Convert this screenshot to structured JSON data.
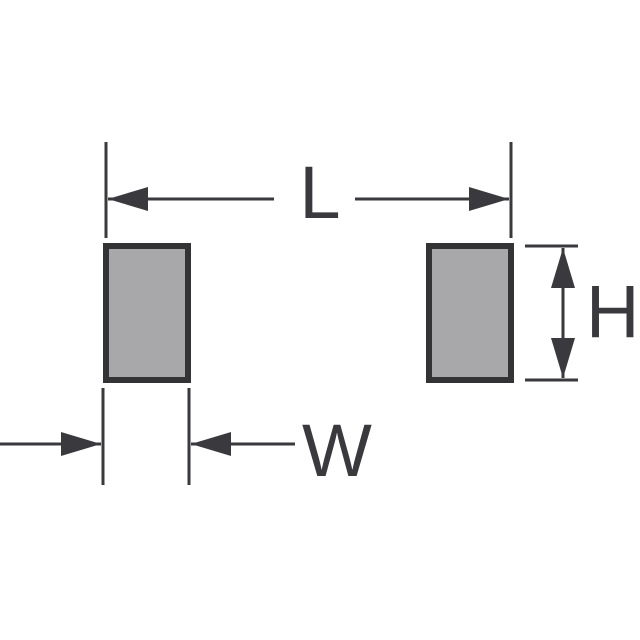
{
  "diagram": {
    "labels": {
      "length": "L",
      "height": "H",
      "width": "W"
    },
    "colors": {
      "line": "#3a3a3e",
      "pad_fill": "#a8a8ab",
      "pad_border": "#333336",
      "background": "#ffffff"
    }
  }
}
